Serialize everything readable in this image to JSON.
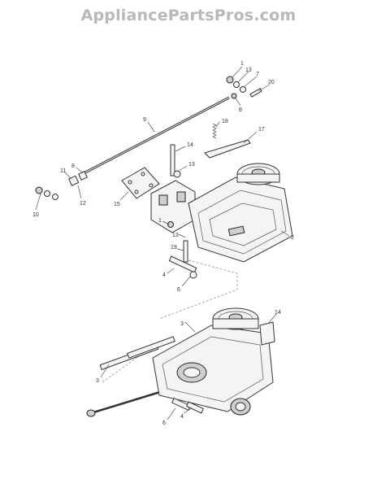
{
  "watermark": "AppliancePartsPros.com",
  "callouts": [
    {
      "id": "c1",
      "text": "1"
    },
    {
      "id": "c13a",
      "text": "13"
    },
    {
      "id": "c7",
      "text": "7"
    },
    {
      "id": "c20",
      "text": "20"
    },
    {
      "id": "c8a",
      "text": "8"
    },
    {
      "id": "c9",
      "text": "9"
    },
    {
      "id": "c18",
      "text": "18"
    },
    {
      "id": "c17",
      "text": "17"
    },
    {
      "id": "c14a",
      "text": "14"
    },
    {
      "id": "c13b",
      "text": "13"
    },
    {
      "id": "c8b",
      "text": "8"
    },
    {
      "id": "c11",
      "text": "11"
    },
    {
      "id": "c12",
      "text": "12"
    },
    {
      "id": "c10",
      "text": "10"
    },
    {
      "id": "c15",
      "text": "15"
    },
    {
      "id": "c2",
      "text": "2"
    },
    {
      "id": "c1b",
      "text": "1"
    },
    {
      "id": "c13c",
      "text": "13"
    },
    {
      "id": "c19",
      "text": "19"
    },
    {
      "id": "c4a",
      "text": "4"
    },
    {
      "id": "c6a",
      "text": "6"
    },
    {
      "id": "c3a",
      "text": "3"
    },
    {
      "id": "c14b",
      "text": "14"
    },
    {
      "id": "c3b",
      "text": "3"
    },
    {
      "id": "c6b",
      "text": "6"
    },
    {
      "id": "c4b",
      "text": "4"
    }
  ]
}
